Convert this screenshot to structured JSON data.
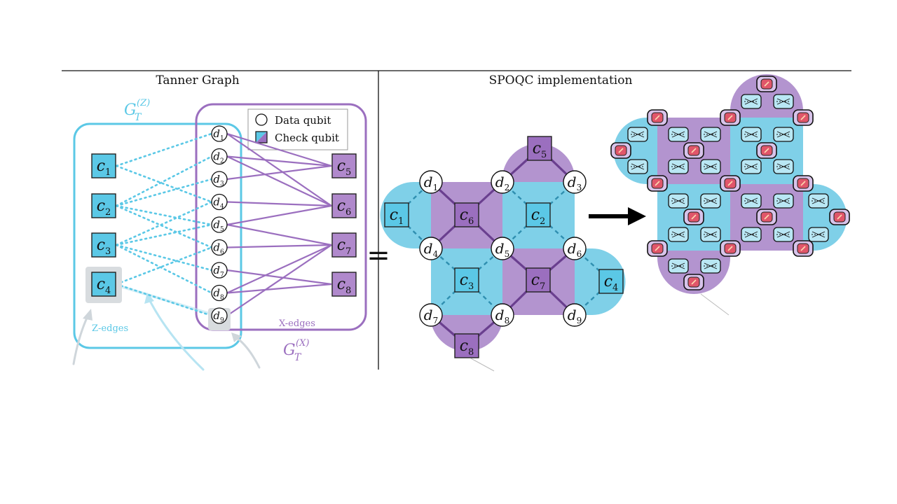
{
  "titles": {
    "left": "Tanner Graph",
    "right": "SPOQC implementation"
  },
  "legend": {
    "data": "Data qubit",
    "check": "Check qubit"
  },
  "labels": {
    "gz": "G",
    "gz_sub": "T",
    "gz_sup": "(Z)",
    "gx": "G",
    "gx_sub": "T",
    "gx_sup": "(X)",
    "zedges": "Z-edges",
    "xedges": "X-edges"
  },
  "colors": {
    "z": "#5bc8e6",
    "zdark": "#2f8fb0",
    "x": "#9b6fbf",
    "xfill": "#b089cc",
    "xdark": "#6a3f8f",
    "zregion": "#7fd0e8",
    "xregion": "#b394cf"
  },
  "tanner": {
    "z_checks": [
      {
        "id": "c1",
        "name": "c",
        "sub": "1"
      },
      {
        "id": "c2",
        "name": "c",
        "sub": "2"
      },
      {
        "id": "c3",
        "name": "c",
        "sub": "3"
      },
      {
        "id": "c4",
        "name": "c",
        "sub": "4"
      }
    ],
    "x_checks": [
      {
        "id": "c5",
        "name": "c",
        "sub": "5"
      },
      {
        "id": "c6",
        "name": "c",
        "sub": "6"
      },
      {
        "id": "c7",
        "name": "c",
        "sub": "7"
      },
      {
        "id": "c8",
        "name": "c",
        "sub": "8"
      }
    ],
    "data": [
      {
        "id": "d1",
        "name": "d",
        "sub": "1"
      },
      {
        "id": "d2",
        "name": "d",
        "sub": "2"
      },
      {
        "id": "d3",
        "name": "d",
        "sub": "3"
      },
      {
        "id": "d4",
        "name": "d",
        "sub": "4"
      },
      {
        "id": "d5",
        "name": "d",
        "sub": "5"
      },
      {
        "id": "d6",
        "name": "d",
        "sub": "6"
      },
      {
        "id": "d7",
        "name": "d",
        "sub": "7"
      },
      {
        "id": "d8",
        "name": "d",
        "sub": "8"
      },
      {
        "id": "d9",
        "name": "d",
        "sub": "9"
      }
    ],
    "z_edges": [
      [
        "c1",
        "d1"
      ],
      [
        "c1",
        "d4"
      ],
      [
        "c2",
        "d2"
      ],
      [
        "c2",
        "d3"
      ],
      [
        "c2",
        "d5"
      ],
      [
        "c2",
        "d6"
      ],
      [
        "c3",
        "d4"
      ],
      [
        "c3",
        "d5"
      ],
      [
        "c3",
        "d7"
      ],
      [
        "c3",
        "d8"
      ],
      [
        "c4",
        "d9"
      ],
      [
        "c4",
        "d6"
      ]
    ],
    "x_edges": [
      [
        "c5",
        "d2"
      ],
      [
        "c5",
        "d3"
      ],
      [
        "c5",
        "d1"
      ],
      [
        "c6",
        "d1"
      ],
      [
        "c6",
        "d2"
      ],
      [
        "c6",
        "d4"
      ],
      [
        "c6",
        "d5"
      ],
      [
        "c7",
        "d5"
      ],
      [
        "c7",
        "d6"
      ],
      [
        "c7",
        "d8"
      ],
      [
        "c7",
        "d9"
      ],
      [
        "c8",
        "d7"
      ],
      [
        "c8",
        "d8"
      ]
    ]
  },
  "surface": {
    "data": [
      {
        "id": "d1",
        "name": "d",
        "sub": "1"
      },
      {
        "id": "d2",
        "name": "d",
        "sub": "2"
      },
      {
        "id": "d3",
        "name": "d",
        "sub": "3"
      },
      {
        "id": "d4",
        "name": "d",
        "sub": "4"
      },
      {
        "id": "d5",
        "name": "d",
        "sub": "5"
      },
      {
        "id": "d6",
        "name": "d",
        "sub": "6"
      },
      {
        "id": "d7",
        "name": "d",
        "sub": "7"
      },
      {
        "id": "d8",
        "name": "d",
        "sub": "8"
      },
      {
        "id": "d9",
        "name": "d",
        "sub": "9"
      }
    ],
    "checks": [
      {
        "id": "c1",
        "name": "c",
        "sub": "1",
        "type": "z"
      },
      {
        "id": "c2",
        "name": "c",
        "sub": "2",
        "type": "z"
      },
      {
        "id": "c3",
        "name": "c",
        "sub": "3",
        "type": "z"
      },
      {
        "id": "c4",
        "name": "c",
        "sub": "4",
        "type": "z"
      },
      {
        "id": "c5",
        "name": "c",
        "sub": "5",
        "type": "x"
      },
      {
        "id": "c6",
        "name": "c",
        "sub": "6",
        "type": "x"
      },
      {
        "id": "c7",
        "name": "c",
        "sub": "7",
        "type": "x"
      },
      {
        "id": "c8",
        "name": "c",
        "sub": "8",
        "type": "x"
      }
    ]
  },
  "equals": "="
}
